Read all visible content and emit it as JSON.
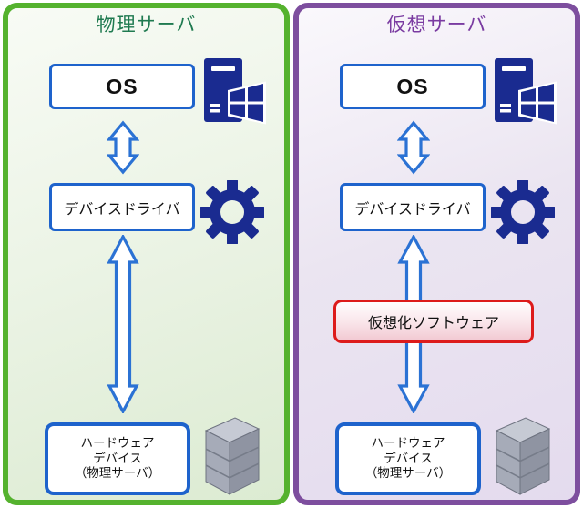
{
  "panels": {
    "physical": {
      "title": "物理サーバ",
      "os_label": "OS",
      "driver_label": "デバイスドライバ",
      "hardware_lines": [
        "ハードウェア",
        "デバイス",
        "（物理サーバ）"
      ]
    },
    "virtual": {
      "title": "仮想サーバ",
      "os_label": "OS",
      "driver_label": "デバイスドライバ",
      "virtualization_label": "仮想化ソフトウェア",
      "hardware_lines": [
        "ハードウェア",
        "デバイス",
        "（物理サーバ）"
      ]
    }
  },
  "icons": {
    "os": "windows-pc-icon",
    "driver": "gear-icon",
    "hardware": "server-tower-icon",
    "connector": "double-headed-arrow-icon"
  },
  "colors": {
    "green_border": "#55b22e",
    "green_title": "#1f7a50",
    "green_bg_end": "#dcebd2",
    "purple_border": "#7d4e9e",
    "purple_title": "#7a3ba1",
    "purple_bg_end": "#e4dbee",
    "box_border_blue": "#1e63cc",
    "arrow_blue": "#2b72d4",
    "red_border": "#dd1b1b",
    "red_bg_end": "#f2c9d2",
    "icon_navy": "#1a2b90",
    "server_top": "#c6cad4",
    "server_left": "#a6abb8",
    "server_right": "#8f94a2",
    "server_line": "#767c89"
  }
}
